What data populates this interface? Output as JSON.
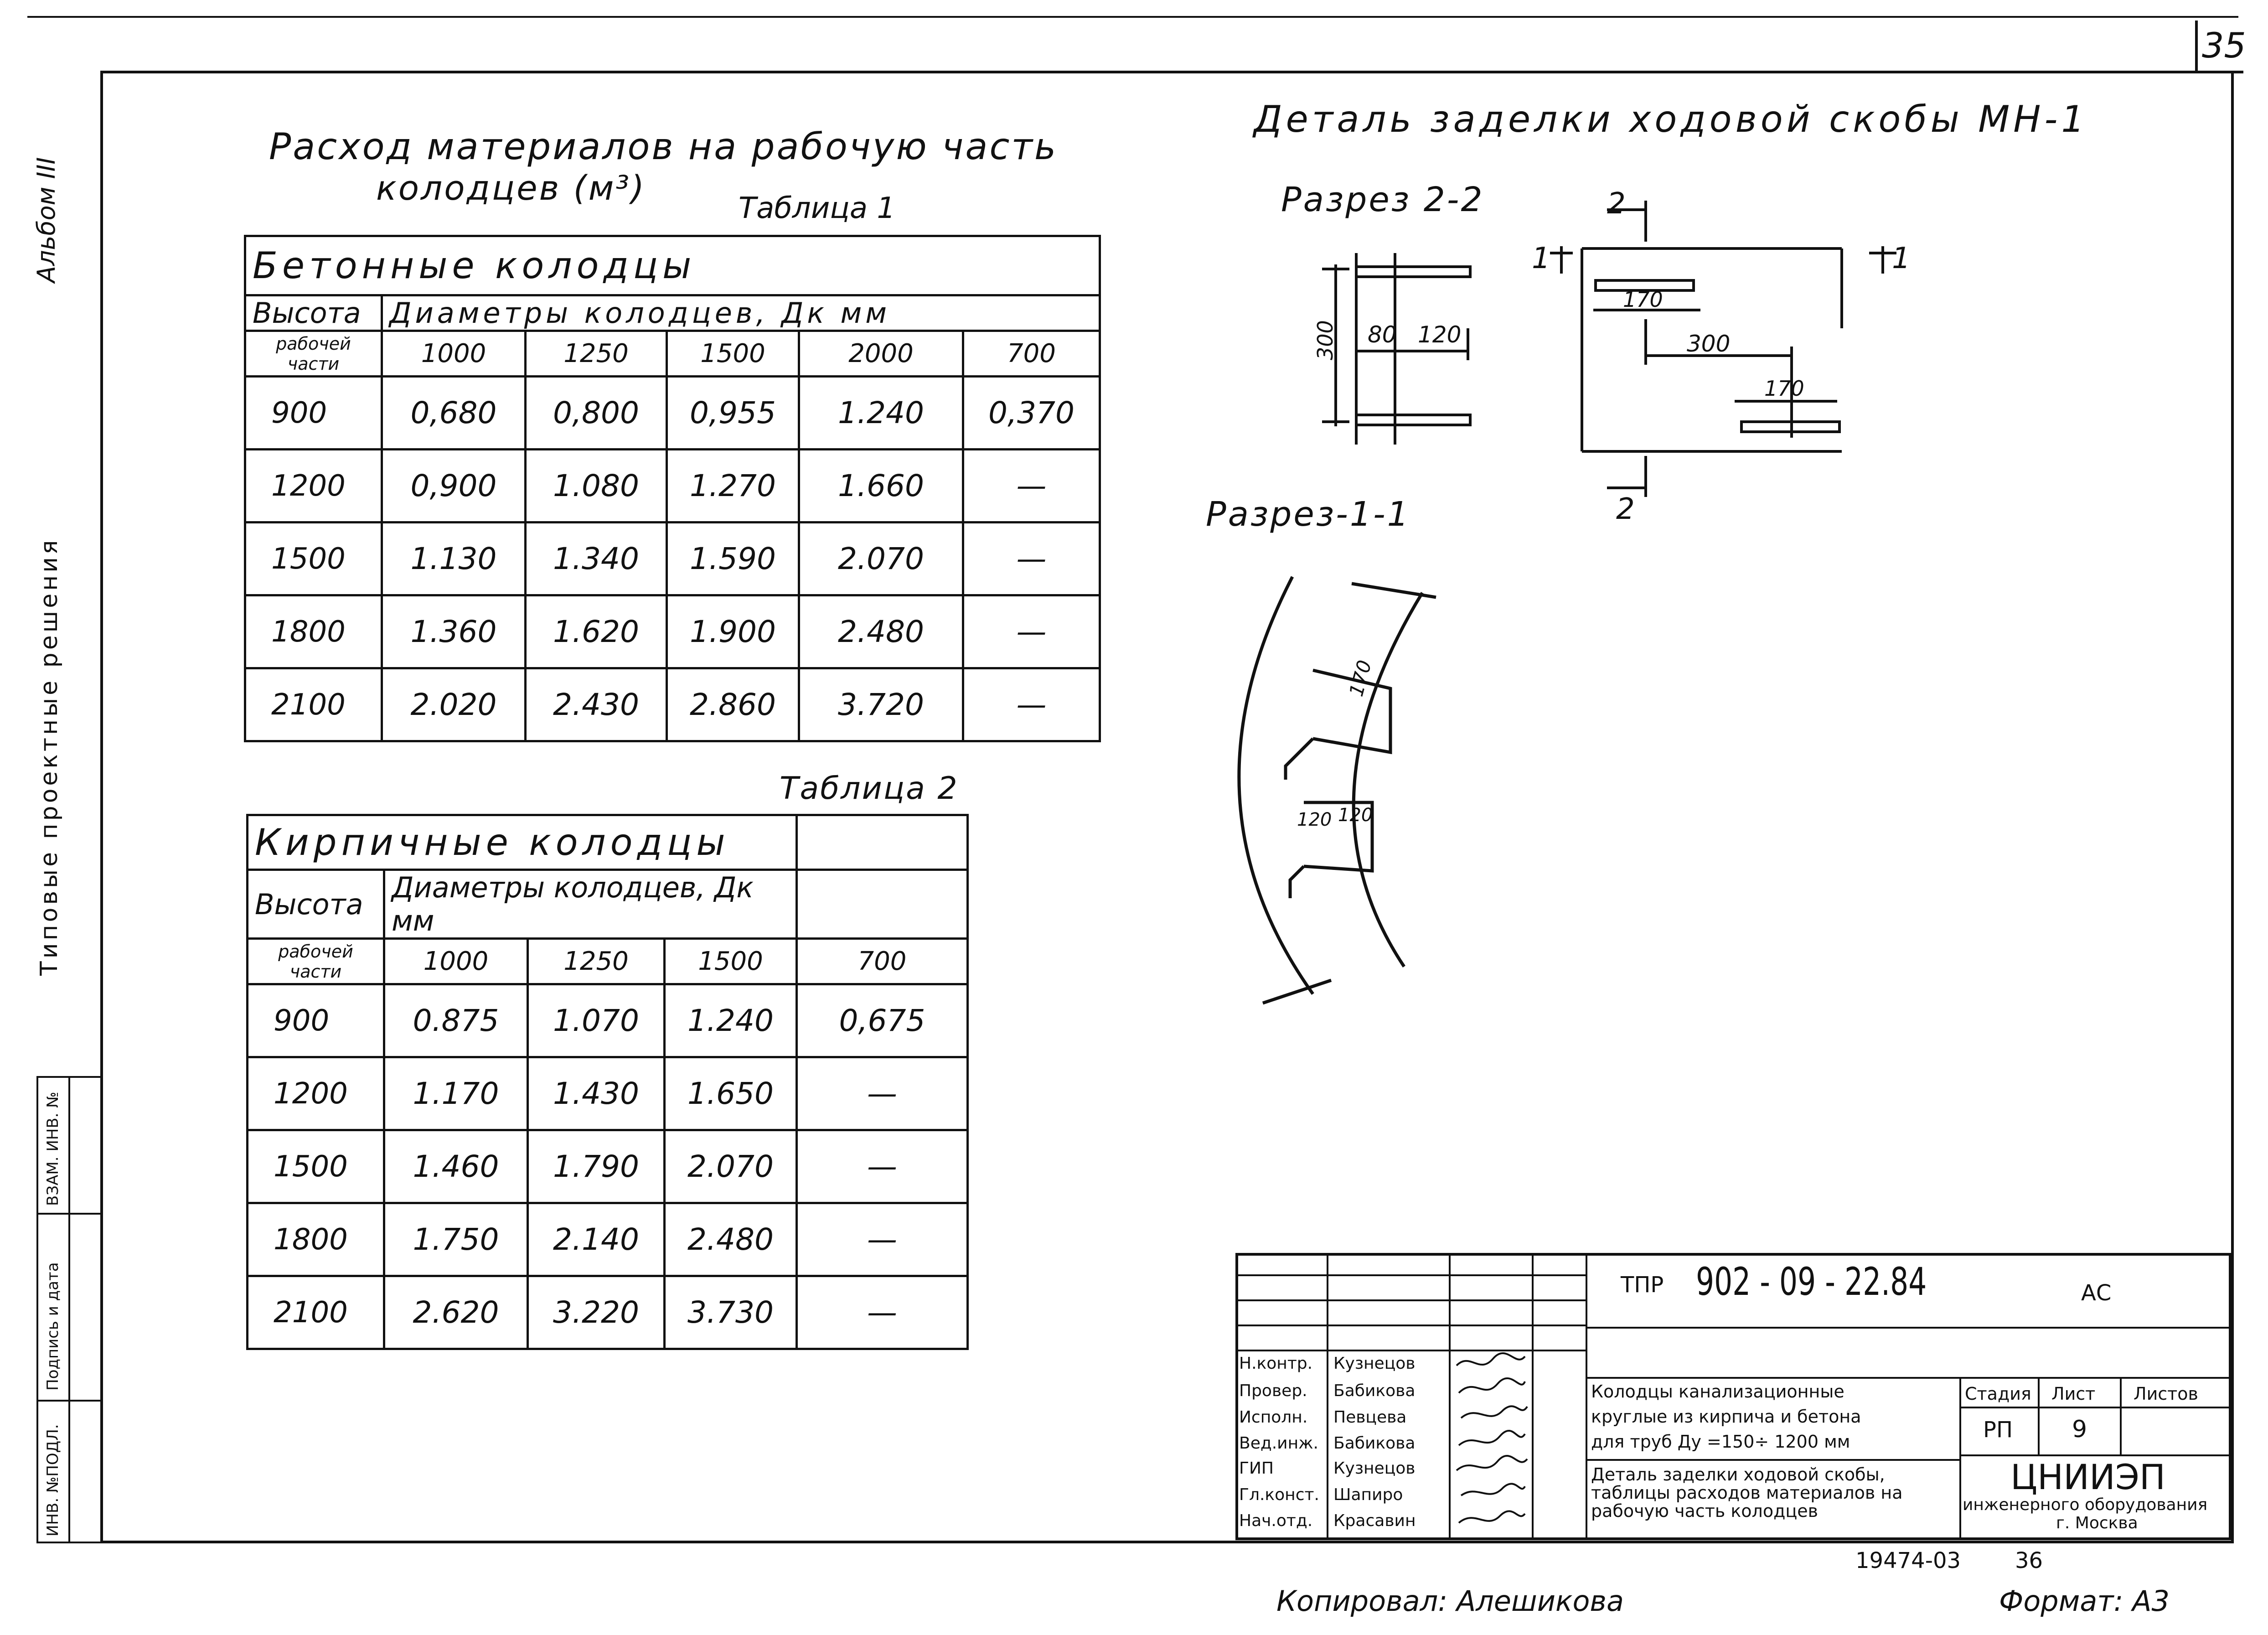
{
  "page_number": "35",
  "margin": {
    "album": "Альбом III",
    "series": "Типовые проектные решения",
    "stamp_cells": [
      "ИНВ. №ПОДЛ.",
      "Подпись и дата",
      "ВЗАМ. ИНВ. №"
    ]
  },
  "left": {
    "title_line1": "Расход материалов на рабочую часть",
    "title_line2": "колодцев (м³)",
    "table1": {
      "caption": "Таблица 1",
      "group": "Бетонные колодцы",
      "col_header": "Высота",
      "col_header2": "рабочей части",
      "diam_header": "Диаметры колодцев, Дк мм",
      "diameters": [
        "1000",
        "1250",
        "1500",
        "2000",
        "700"
      ],
      "rows": [
        {
          "h": "900",
          "v": [
            "0,680",
            "0,800",
            "0,955",
            "1.240",
            "0,370"
          ]
        },
        {
          "h": "1200",
          "v": [
            "0,900",
            "1.080",
            "1.270",
            "1.660",
            "—"
          ]
        },
        {
          "h": "1500",
          "v": [
            "1.130",
            "1.340",
            "1.590",
            "2.070",
            "—"
          ]
        },
        {
          "h": "1800",
          "v": [
            "1.360",
            "1.620",
            "1.900",
            "2.480",
            "—"
          ]
        },
        {
          "h": "2100",
          "v": [
            "2.020",
            "2.430",
            "2.860",
            "3.720",
            "—"
          ]
        }
      ]
    },
    "table2": {
      "caption": "Таблица 2",
      "group": "Кирпичные колодцы",
      "col_header": "Высота",
      "col_header2": "рабочей части",
      "diam_header": "Диаметры колодцев, Дк мм",
      "diameters": [
        "1000",
        "1250",
        "1500",
        "700"
      ],
      "rows": [
        {
          "h": "900",
          "v": [
            "0.875",
            "1.070",
            "1.240",
            "0,675"
          ]
        },
        {
          "h": "1200",
          "v": [
            "1.170",
            "1.430",
            "1.650",
            "—"
          ]
        },
        {
          "h": "1500",
          "v": [
            "1.460",
            "1.790",
            "2.070",
            "—"
          ]
        },
        {
          "h": "1800",
          "v": [
            "1.750",
            "2.140",
            "2.480",
            "—"
          ]
        },
        {
          "h": "2100",
          "v": [
            "2.620",
            "3.220",
            "3.730",
            "—"
          ]
        }
      ]
    }
  },
  "detail": {
    "title": "Деталь заделки ходовой скобы МН-1",
    "section22": "Разрез 2-2",
    "section11": "Разрез-1-1",
    "dim_300": "300",
    "dim_80": "80",
    "dim_120": "120",
    "dim_170a": "170",
    "dim_170b": "170",
    "dim_300b": "300",
    "mark_2": "2",
    "mark_1": "1",
    "dim_170c": "170",
    "dim_120b": "120",
    "dim_120c": "120"
  },
  "stamp": {
    "code_prefix": "ТПР",
    "code": "902 - 09 - 22.84",
    "mark": "АС",
    "roles": [
      {
        "role": "Н.контр.",
        "name": "Кузнецов"
      },
      {
        "role": "Провер.",
        "name": "Бабикова"
      },
      {
        "role": "Исполн.",
        "name": "Певцева"
      },
      {
        "role": "Вед.инж.",
        "name": "Бабикова"
      },
      {
        "role": "ГИП",
        "name": "Кузнецов"
      },
      {
        "role": "Гл.конст.",
        "name": "Шапиро"
      },
      {
        "role": "Нач.отд.",
        "name": "Красавин"
      }
    ],
    "title1": "Колодцы канализационные",
    "title2": "круглые из кирпича и бетона",
    "title3": "для труб Ду =150÷ 1200 мм",
    "desc1": "Деталь заделки ходовой скобы,",
    "desc2": "таблицы расходов материалов на",
    "desc3": "рабочую часть колодцев",
    "stage_label": "Стадия",
    "sheet_label": "Лист",
    "sheets_label": "Листов",
    "stage": "РП",
    "sheet": "9",
    "org": "ЦНИИЭП",
    "org2": "инженерного оборудования",
    "org3": "г. Москва"
  },
  "footer": {
    "num": "19474-03",
    "num2": "36",
    "copied": "Копировал: Алешикова",
    "format": "Формат: А3"
  }
}
